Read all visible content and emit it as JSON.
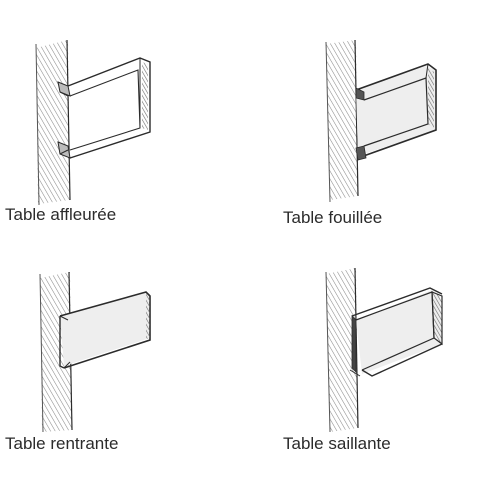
{
  "captions": {
    "top_left": "Table affleurée",
    "top_right": "Table fouillée",
    "bottom_left": "Table rentrante",
    "bottom_right": "Table saillante"
  },
  "colors": {
    "ink": "#2b2b2b",
    "wall_hatch": "#8a8a8a",
    "panel_fill": "#eeeeee",
    "shadow_fill": "#c9c9c9"
  }
}
